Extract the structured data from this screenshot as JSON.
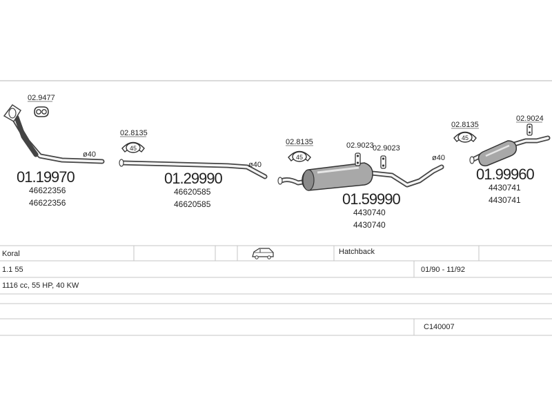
{
  "parts": {
    "front_pipe": {
      "number": "01.19970",
      "oem": [
        "46622356",
        "46622356"
      ],
      "diameter": "ø40",
      "gasket": "02.9477"
    },
    "middle_pipe": {
      "number": "01.29990",
      "oem": [
        "46620585",
        "46620585"
      ],
      "diameter": "ø40",
      "clamp": "02.8135",
      "clamp_size": "45"
    },
    "center_box": {
      "number": "01.59990",
      "oem": [
        "4430740",
        "4430740"
      ],
      "diameter": "ø40",
      "clamp": "02.8135",
      "clamp_size": "45",
      "hangers": [
        "02.9023",
        "02.9023"
      ]
    },
    "rear_silencer": {
      "number": "01.99960",
      "oem": [
        "4430741",
        "4430741"
      ],
      "clamp": "02.8135",
      "clamp_size": "45",
      "hanger": "02.9024"
    }
  },
  "vehicle": {
    "model": "Koral",
    "body_type": "Hatchback",
    "engine": "1.1 55",
    "production": "01/90 - 11/92",
    "specs": "1116 cc, 55 HP, 40 KW",
    "catalog_code": "C140007"
  },
  "icons": {
    "body_icon": "hatchback-car-icon"
  },
  "colors": {
    "line": "#c4c4c4",
    "ink": "#222222",
    "pipe": "#444444"
  }
}
